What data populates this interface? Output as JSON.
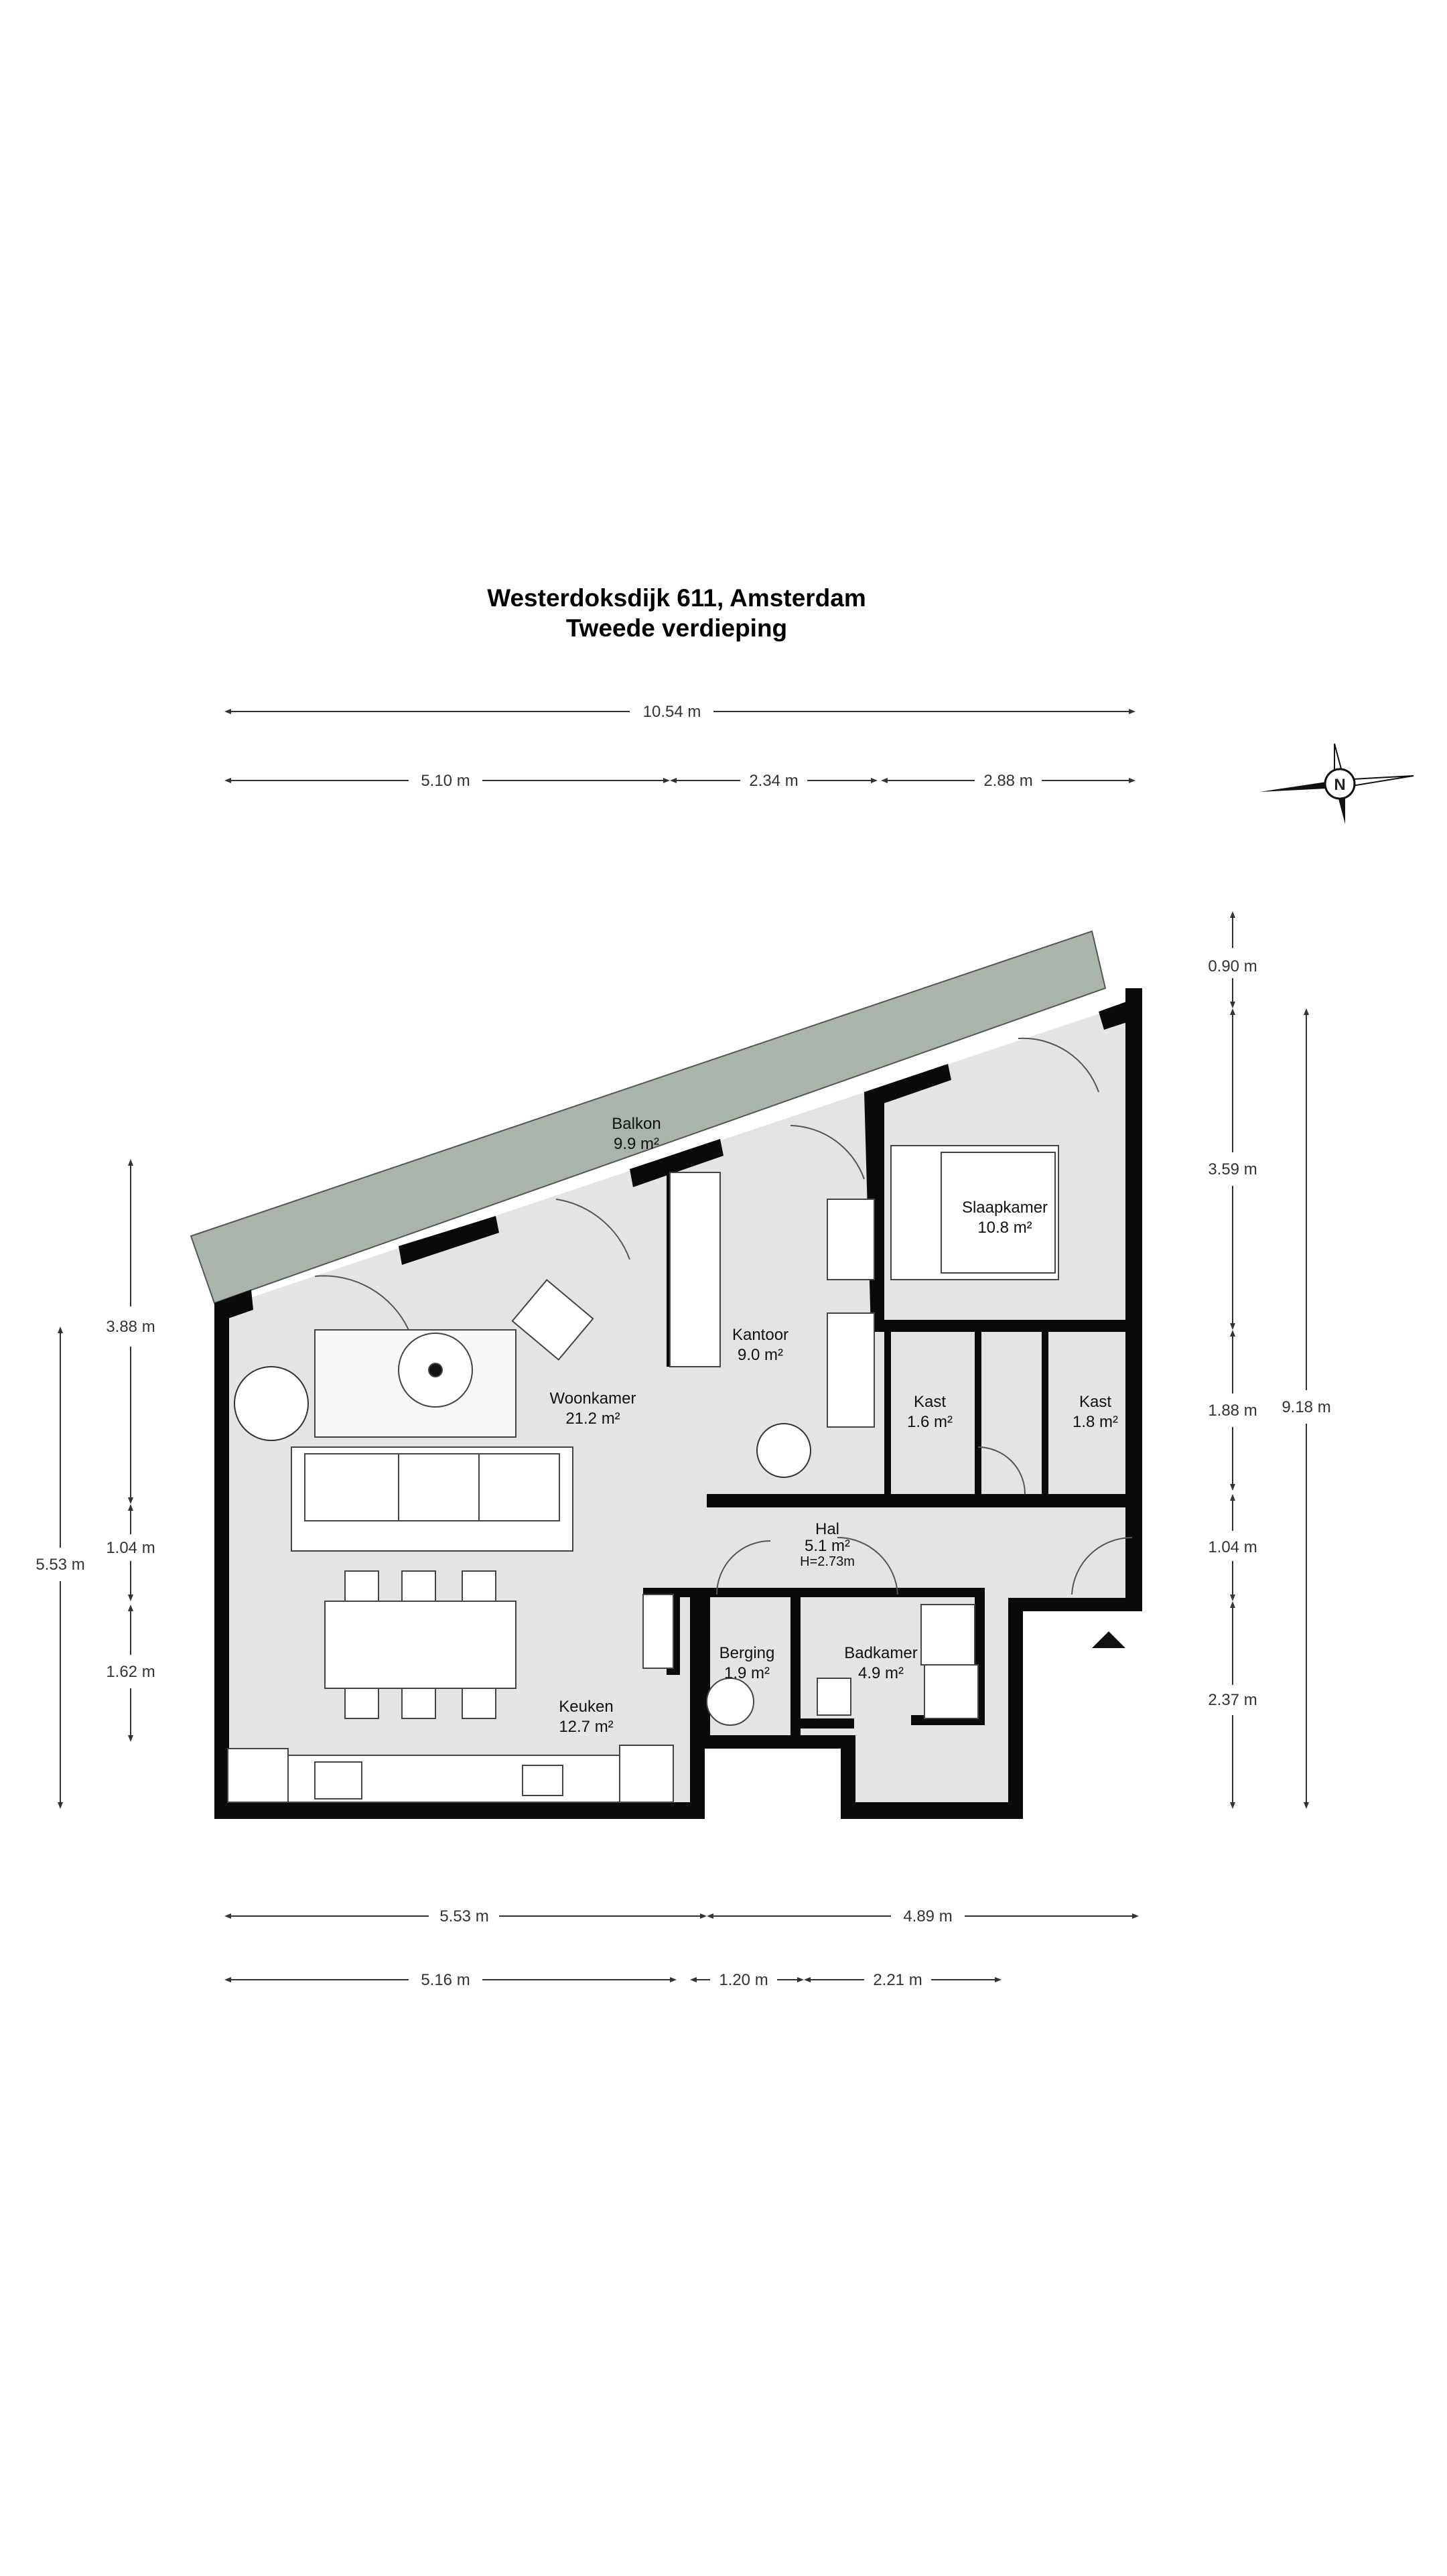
{
  "header": {
    "address": "Westerdoksdijk 611, Amsterdam",
    "floor": "Tweede verdieping"
  },
  "dimensions": {
    "top_total": "10.54 m",
    "top_a": "5.10 m",
    "top_b": "2.34 m",
    "top_c": "2.88 m",
    "bottom_a": "5.53 m",
    "bottom_b": "4.89 m",
    "bottom2_a": "5.16 m",
    "bottom2_b": "1.20 m",
    "bottom2_c": "2.21 m",
    "left_a": "3.88 m",
    "left_b": "1.04 m",
    "left_c": "1.62 m",
    "left_total": "5.53 m",
    "right_a": "0.90 m",
    "right_b": "3.59 m",
    "right_c": "1.88 m",
    "right_d": "1.04 m",
    "right_e": "2.37 m",
    "right_total": "9.18 m"
  },
  "rooms": {
    "balkon": {
      "name": "Balkon",
      "area": "9.9 m²"
    },
    "woonkamer": {
      "name": "Woonkamer",
      "area": "21.2 m²"
    },
    "kantoor": {
      "name": "Kantoor",
      "area": "9.0 m²"
    },
    "slaapkamer": {
      "name": "Slaapkamer",
      "area": "10.8 m²"
    },
    "kast1": {
      "name": "Kast",
      "area": "1.6 m²"
    },
    "kast2": {
      "name": "Kast",
      "area": "1.8 m²"
    },
    "hal": {
      "name": "Hal",
      "area": "5.1 m²",
      "height": "H=2.73m"
    },
    "berging": {
      "name": "Berging",
      "area": "1.9 m²"
    },
    "badkamer": {
      "name": "Badkamer",
      "area": "4.9 m²"
    },
    "keuken": {
      "name": "Keuken",
      "area": "12.7 m²"
    }
  },
  "compass": {
    "letter": "N",
    "icon": "compass-icon"
  },
  "colors": {
    "wall": "#0a0a0a",
    "floor": "#e4e4e4",
    "balcony": "#a9b5aa"
  }
}
